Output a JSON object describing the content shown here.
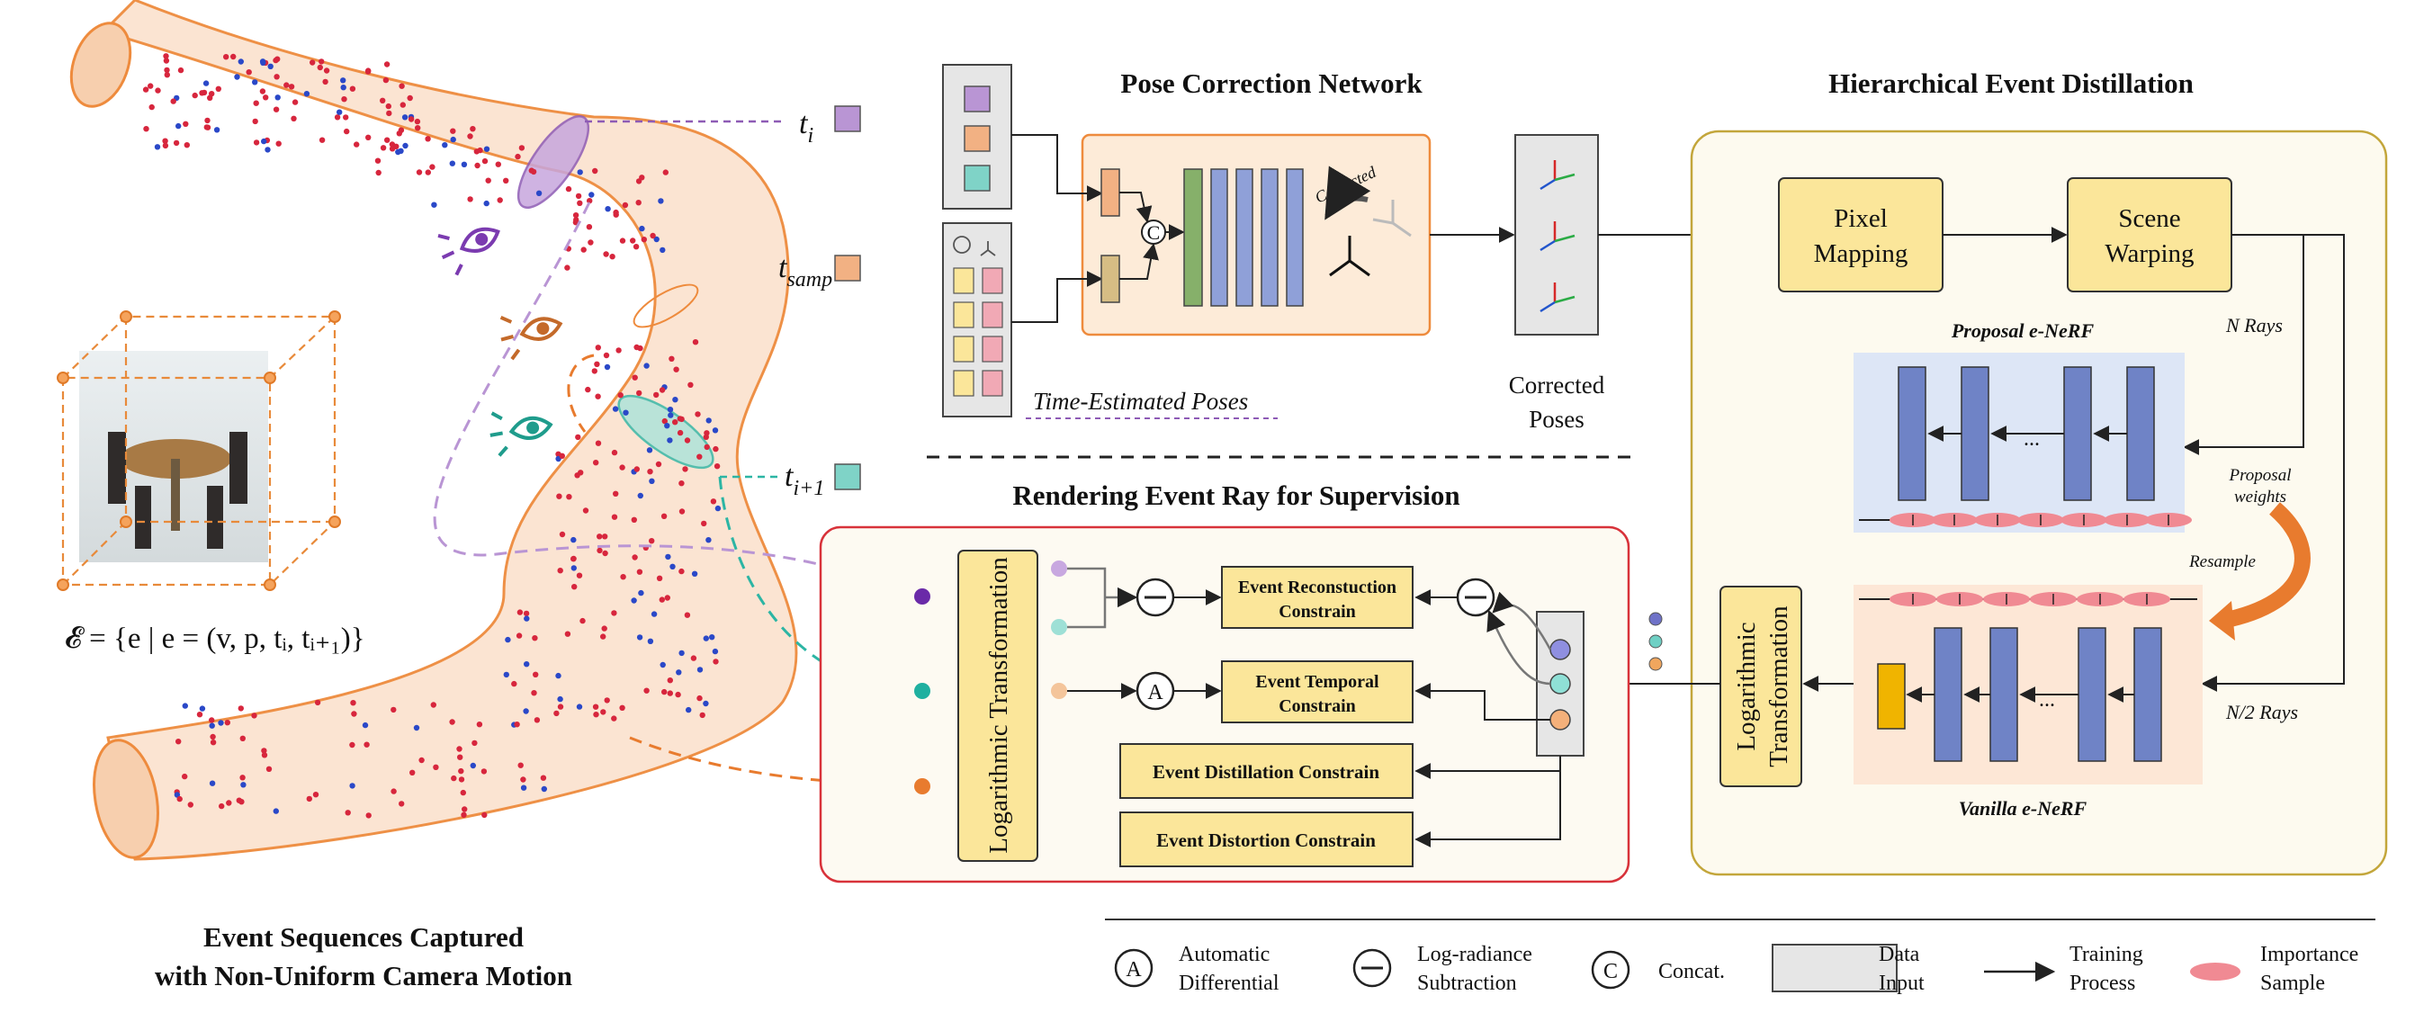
{
  "left_panel": {
    "caption_line1": "Event Sequences Captured",
    "caption_line2": "with Non-Uniform Camera Motion",
    "formula": "𝓔 = {e | e = (v, p, tᵢ, tᵢ₊₁)}",
    "time_labels": {
      "ti_base": "t",
      "ti_sub": "i",
      "tsamp_base": "t",
      "tsamp_sub": "samp",
      "ti1_base": "t",
      "ti1_sub": "i+1"
    }
  },
  "pose_correction": {
    "title": "Pose Correction Network",
    "time_estimated_label": "Time-Estimated Poses",
    "corrected_tag": "Corrected",
    "concat_symbol": "C",
    "corrected_poses_line1": "Corrected",
    "corrected_poses_line2": "Poses"
  },
  "distillation": {
    "title": "Hierarchical Event Distillation",
    "pixel_mapping_line1": "Pixel",
    "pixel_mapping_line2": "Mapping",
    "scene_warping_line1": "Scene",
    "scene_warping_line2": "Warping",
    "proposal_label": "Proposal e-NeRF",
    "vanilla_label": "Vanilla e-NeRF",
    "n_rays": "N Rays",
    "n2_rays": "N/2 Rays",
    "proposal_weights_line1": "Proposal",
    "proposal_weights_line2": "weights",
    "resample": "Resample",
    "log_transform_line1": "Logarithmic",
    "log_transform_line2": "Transformation",
    "ellipsis": "..."
  },
  "rendering": {
    "title": "Rendering Event Ray for Supervision",
    "log_transform": "Logarithmic Transformation",
    "recon_line1": "Event Reconstuction",
    "recon_line2": "Constrain",
    "temporal_line1": "Event Temporal",
    "temporal_line2": "Constrain",
    "distillation": "Event Distillation Constrain",
    "distortion": "Event Distortion Constrain",
    "a_symbol": "A"
  },
  "legend": {
    "a_symbol": "A",
    "a_line1": "Automatic",
    "a_line2": "Differential",
    "lr_line1": "Log-radiance",
    "lr_line2": "Subtraction",
    "c_symbol": "C",
    "c_label": "Concat.",
    "data_line1": "Data",
    "data_line2": "Input",
    "train_line1": "Training",
    "train_line2": "Process",
    "imp_line1": "Importance",
    "imp_line2": "Sample"
  },
  "colors": {
    "tube_fill": "#fbe3d0",
    "tube_stroke": "#ee8b3d",
    "purple": "#b995d4",
    "orange": "#f2b183",
    "teal": "#7fd3c7",
    "yellow_box": "#fbe69a",
    "yellow_stroke": "#c9a227",
    "blue_bar": "#6f83c6",
    "green_bar": "#86b06a",
    "pink": "#f1a9b5",
    "red_frame": "#d8323a",
    "olive_frame": "#c3a63b",
    "data_input": "#e6e6e6"
  }
}
